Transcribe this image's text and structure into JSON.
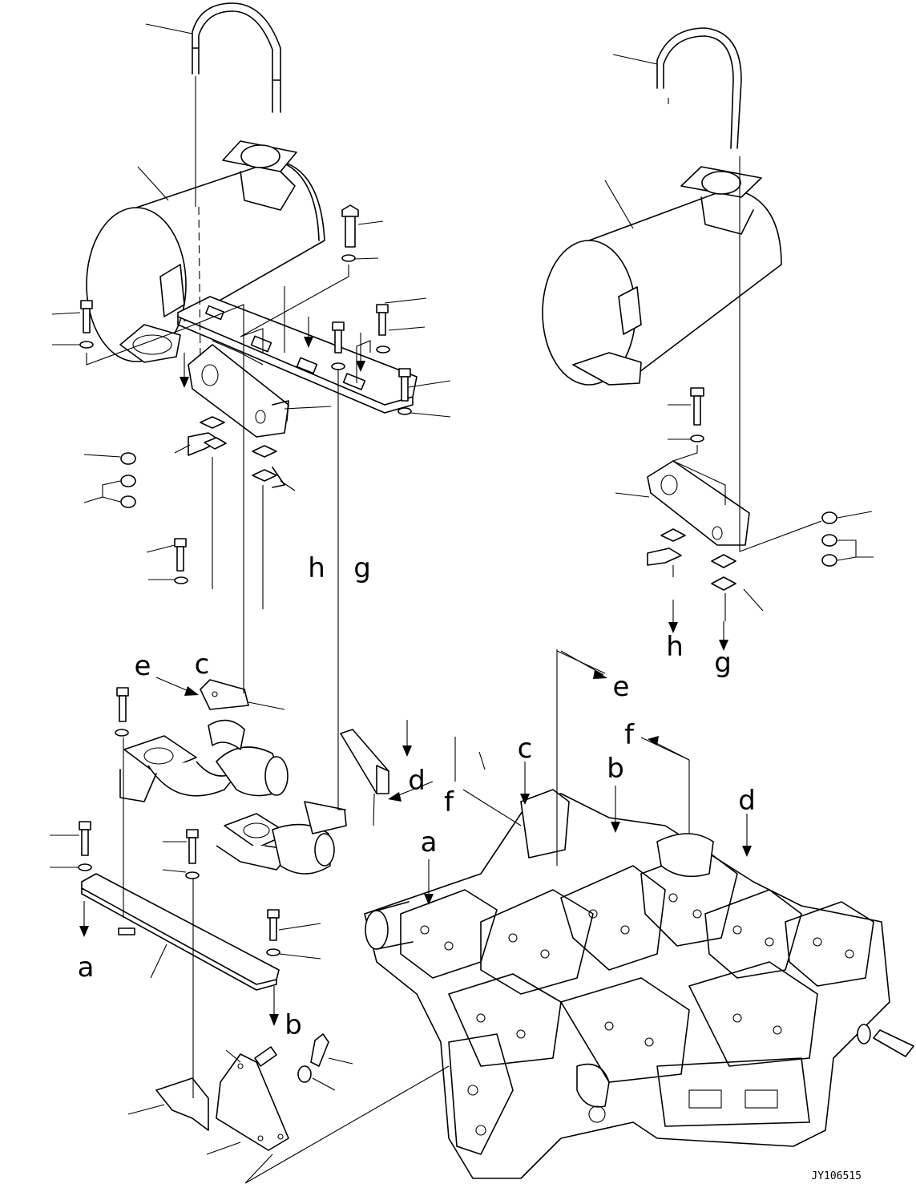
{
  "drawing": {
    "code": "JY106515",
    "labels": {
      "a1": "a",
      "a2": "a",
      "b1": "b",
      "b2": "b",
      "c1": "c",
      "c2": "c",
      "d1": "d",
      "d2": "d",
      "e1": "e",
      "e2": "e",
      "f1": "f",
      "f2": "f",
      "g1": "g",
      "g2": "g",
      "h1": "h",
      "h2": "h"
    }
  }
}
